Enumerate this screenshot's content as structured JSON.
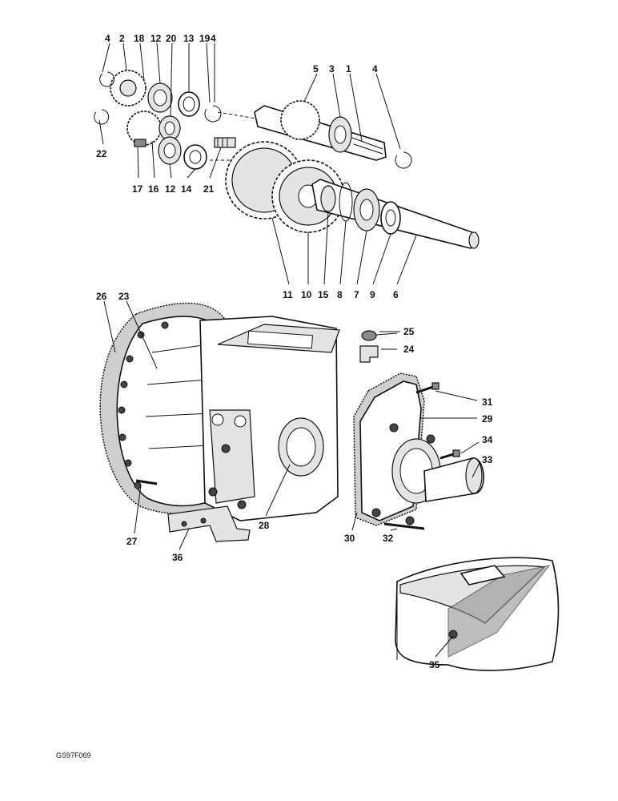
{
  "drawing_code": "GS97F069",
  "callouts": {
    "c1": "1",
    "c2": "2",
    "c3": "3",
    "c4a": "4",
    "c4b": "4",
    "c4c": "4",
    "c5": "5",
    "c6": "6",
    "c7": "7",
    "c8": "8",
    "c9": "9",
    "c10": "10",
    "c11": "11",
    "c12a": "12",
    "c12b": "12",
    "c13": "13",
    "c14": "14",
    "c15": "15",
    "c16": "16",
    "c17": "17",
    "c18": "18",
    "c19": "19",
    "c20": "20",
    "c21": "21",
    "c22": "22",
    "c23": "23",
    "c24": "24",
    "c25": "25",
    "c26": "26",
    "c27": "27",
    "c28": "28",
    "c29": "29",
    "c30": "30",
    "c31": "31",
    "c32": "32",
    "c33": "33",
    "c34": "34",
    "c35": "35",
    "c36": "36"
  }
}
